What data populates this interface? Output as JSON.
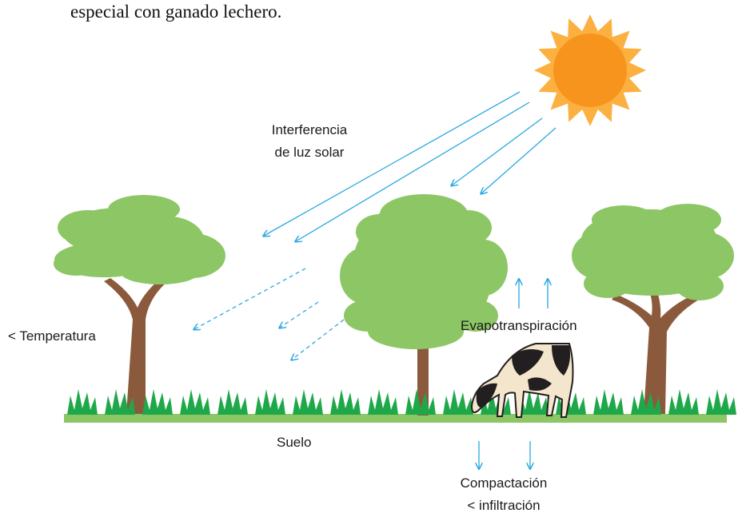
{
  "caption": "especial con ganado lechero.",
  "labels": {
    "sunlight_line1": "Interferencia",
    "sunlight_line2": "de luz solar",
    "temperature": "< Temperatura",
    "evapotranspiration": "Evapotranspiración",
    "soil": "Suelo",
    "compaction_line1": "Compactación",
    "compaction_line2": "< infiltración"
  },
  "colors": {
    "sun_core": "#f7941d",
    "sun_rays": "#fbb040",
    "foliage": "#8cc665",
    "trunk": "#8b5a3c",
    "grass": "#1fa84a",
    "ground": "#8cc665",
    "arrows": "#29a8e0",
    "cow_spots": "#231f20",
    "cow_body": "#f3e6cc"
  }
}
